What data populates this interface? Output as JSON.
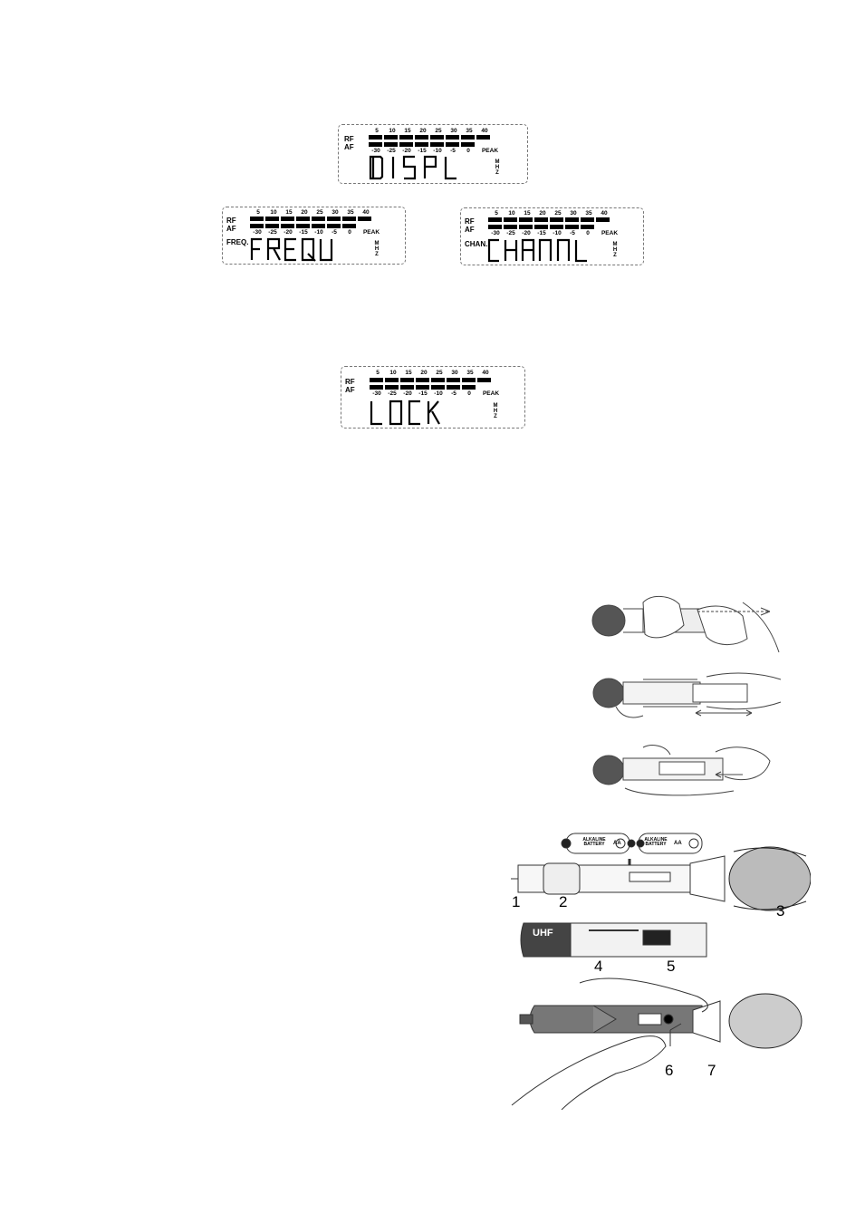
{
  "lcd_panels": [
    {
      "id": "displ",
      "mode_label": "",
      "text": "DISPL"
    },
    {
      "id": "frequ",
      "mode_label": "FREQ.",
      "text": "FREQU"
    },
    {
      "id": "channl",
      "mode_label": "CHAN.",
      "text": "CHANNL"
    },
    {
      "id": "lock",
      "mode_label": "",
      "text": "LOCK"
    }
  ],
  "lcd_common": {
    "rf_label": "RF",
    "af_label": "AF",
    "rf_scale": [
      "5",
      "10",
      "15",
      "20",
      "25",
      "30",
      "35",
      "40"
    ],
    "af_scale": [
      "-30",
      "-25",
      "-20",
      "-15",
      "-10",
      "-5",
      "0",
      "PEAK"
    ],
    "unit_letters": [
      "M",
      "H",
      "Z"
    ]
  },
  "battery_labels": {
    "battery_text": "ALKALINE BATTERY",
    "size": "AA"
  },
  "transmitter_label": {
    "brand": "UHF"
  },
  "callouts": [
    "1",
    "2",
    "3",
    "4",
    "5",
    "6",
    "7"
  ]
}
